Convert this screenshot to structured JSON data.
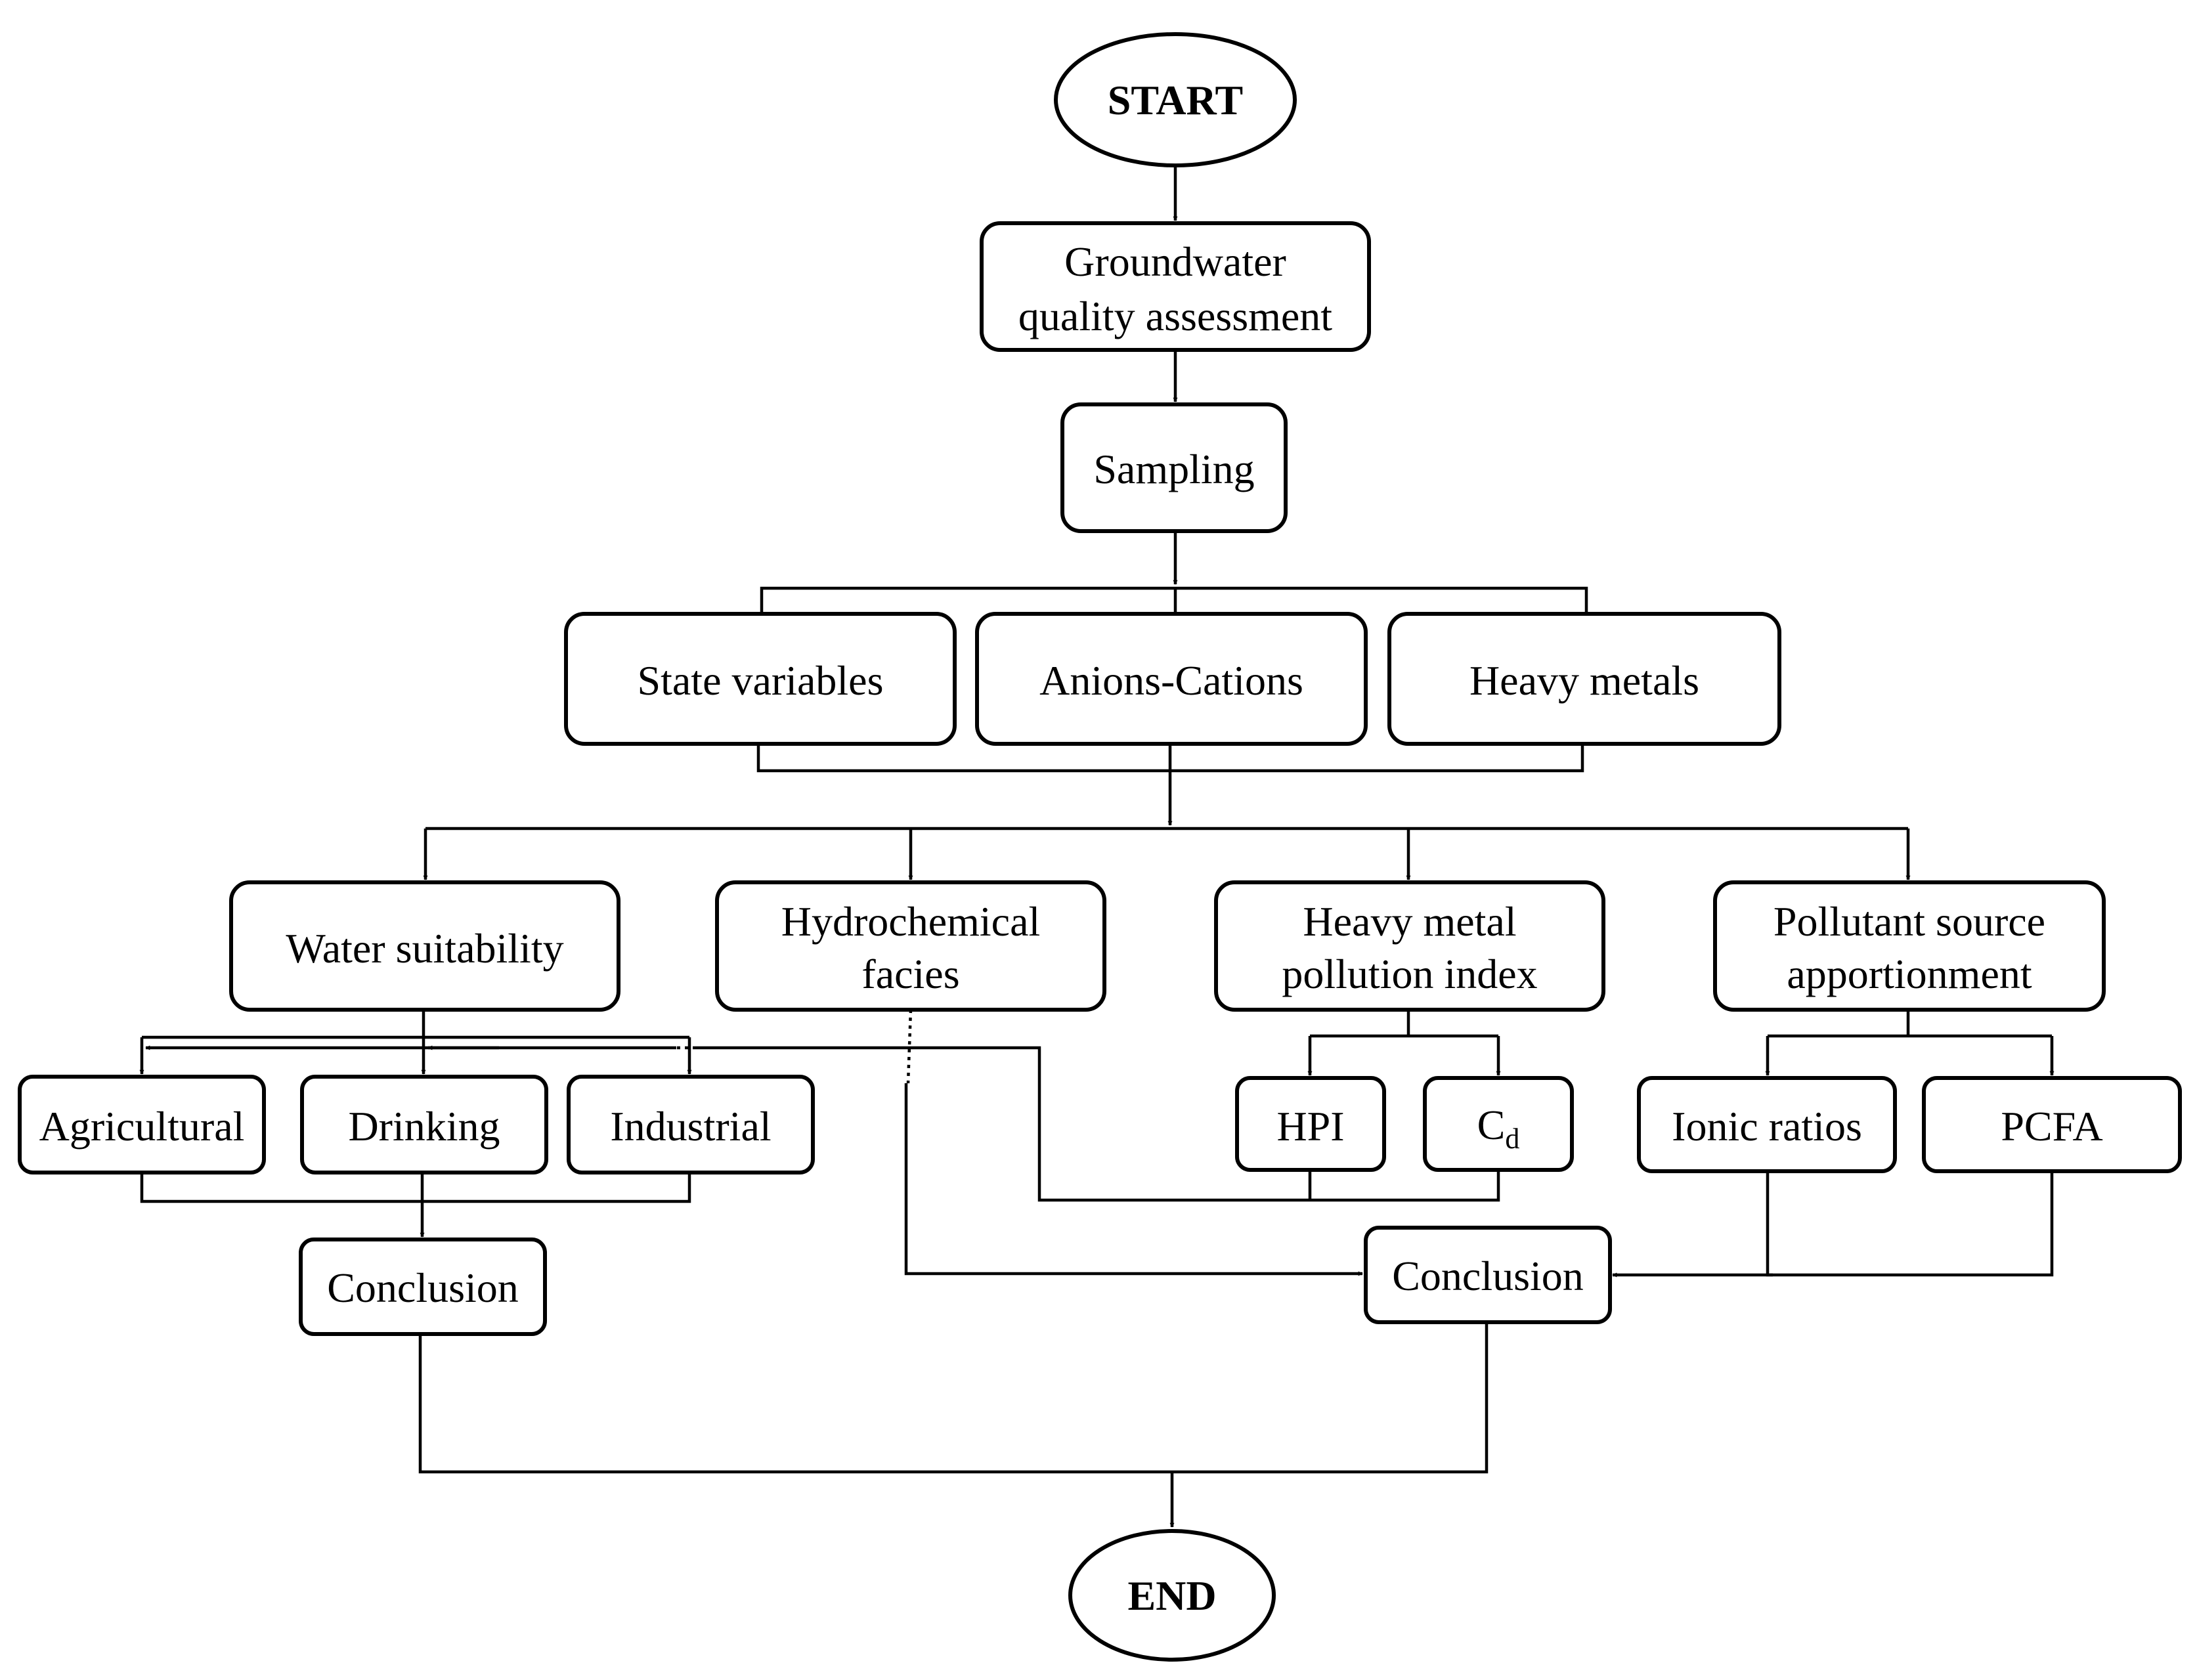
{
  "nodes": {
    "start": "START",
    "groundwater_l1": "Groundwater",
    "groundwater_l2": "quality assessment",
    "sampling": "Sampling",
    "state_variables": "State variables",
    "anions_cations": "Anions-Cations",
    "heavy_metals": "Heavy metals",
    "water_suitability": "Water suitability",
    "hydrochemical_l1": "Hydrochemical",
    "hydrochemical_l2": "facies",
    "hmpi_l1": "Heavy metal",
    "hmpi_l2": "pollution index",
    "pollutant_l1": "Pollutant source",
    "pollutant_l2": "apportionment",
    "agricultural": "Agricultural",
    "drinking": "Drinking",
    "industrial": "Industrial",
    "hpi": "HPI",
    "cd_main": "C",
    "cd_sub": "d",
    "ionic_ratios": "Ionic ratios",
    "pcfa": "PCFA",
    "conclusion_left": "Conclusion",
    "conclusion_right": "Conclusion",
    "end": "END"
  }
}
